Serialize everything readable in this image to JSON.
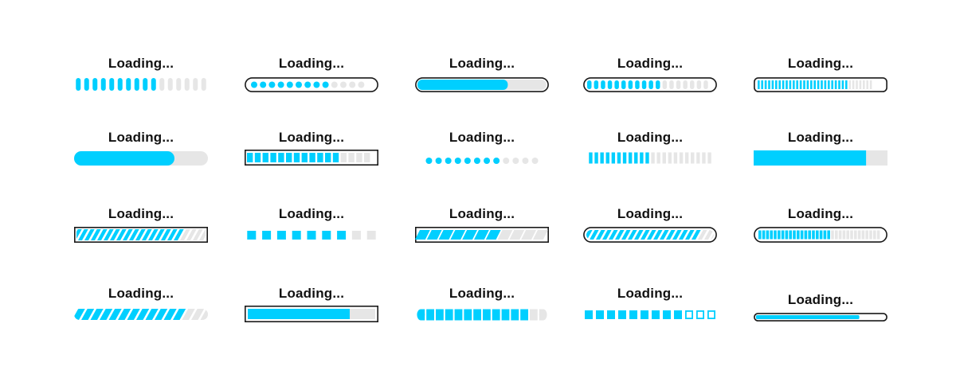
{
  "colors": {
    "accent": "#00cfff",
    "empty": "#e6e6e6",
    "outline": "#1a1a1a",
    "text": "#111111"
  },
  "bars": [
    {
      "label": "Loading...",
      "style": "pills-vertical",
      "progress": 0.625
    },
    {
      "label": "Loading...",
      "style": "dots-in-capsule",
      "progress": 0.727
    },
    {
      "label": "Loading...",
      "style": "solid-in-capsule",
      "progress": 0.7
    },
    {
      "label": "Loading...",
      "style": "pills-in-capsule",
      "progress": 0.6
    },
    {
      "label": "Loading...",
      "style": "thin-ticks-in-rounded-box",
      "progress": 0.79
    },
    {
      "label": "Loading...",
      "style": "round-solid",
      "progress": 0.75
    },
    {
      "label": "Loading...",
      "style": "blocks-in-box",
      "progress": 0.75
    },
    {
      "label": "Loading...",
      "style": "dots",
      "progress": 0.667
    },
    {
      "label": "Loading...",
      "style": "narrow-blocks",
      "progress": 0.5
    },
    {
      "label": "Loading...",
      "style": "flat-solid",
      "progress": 0.84
    },
    {
      "label": "Loading...",
      "style": "stripes-in-box",
      "progress": 0.8
    },
    {
      "label": "Loading...",
      "style": "squares",
      "progress": 0.778
    },
    {
      "label": "Loading...",
      "style": "slanted-blocks-in-box",
      "progress": 0.636
    },
    {
      "label": "Loading...",
      "style": "stripes-in-capsule",
      "progress": 0.86
    },
    {
      "label": "Loading...",
      "style": "ticks-in-capsule",
      "progress": 0.594
    },
    {
      "label": "Loading...",
      "style": "stripes-rounded",
      "progress": 0.8
    },
    {
      "label": "Loading...",
      "style": "solid-in-box",
      "progress": 0.8
    },
    {
      "label": "Loading...",
      "style": "blocks-rounded",
      "progress": 0.85
    },
    {
      "label": "Loading...",
      "style": "squares-outline-remaining",
      "progress": 0.75
    },
    {
      "label": "Loading...",
      "style": "thin-line-in-capsule",
      "progress": 0.8
    }
  ]
}
